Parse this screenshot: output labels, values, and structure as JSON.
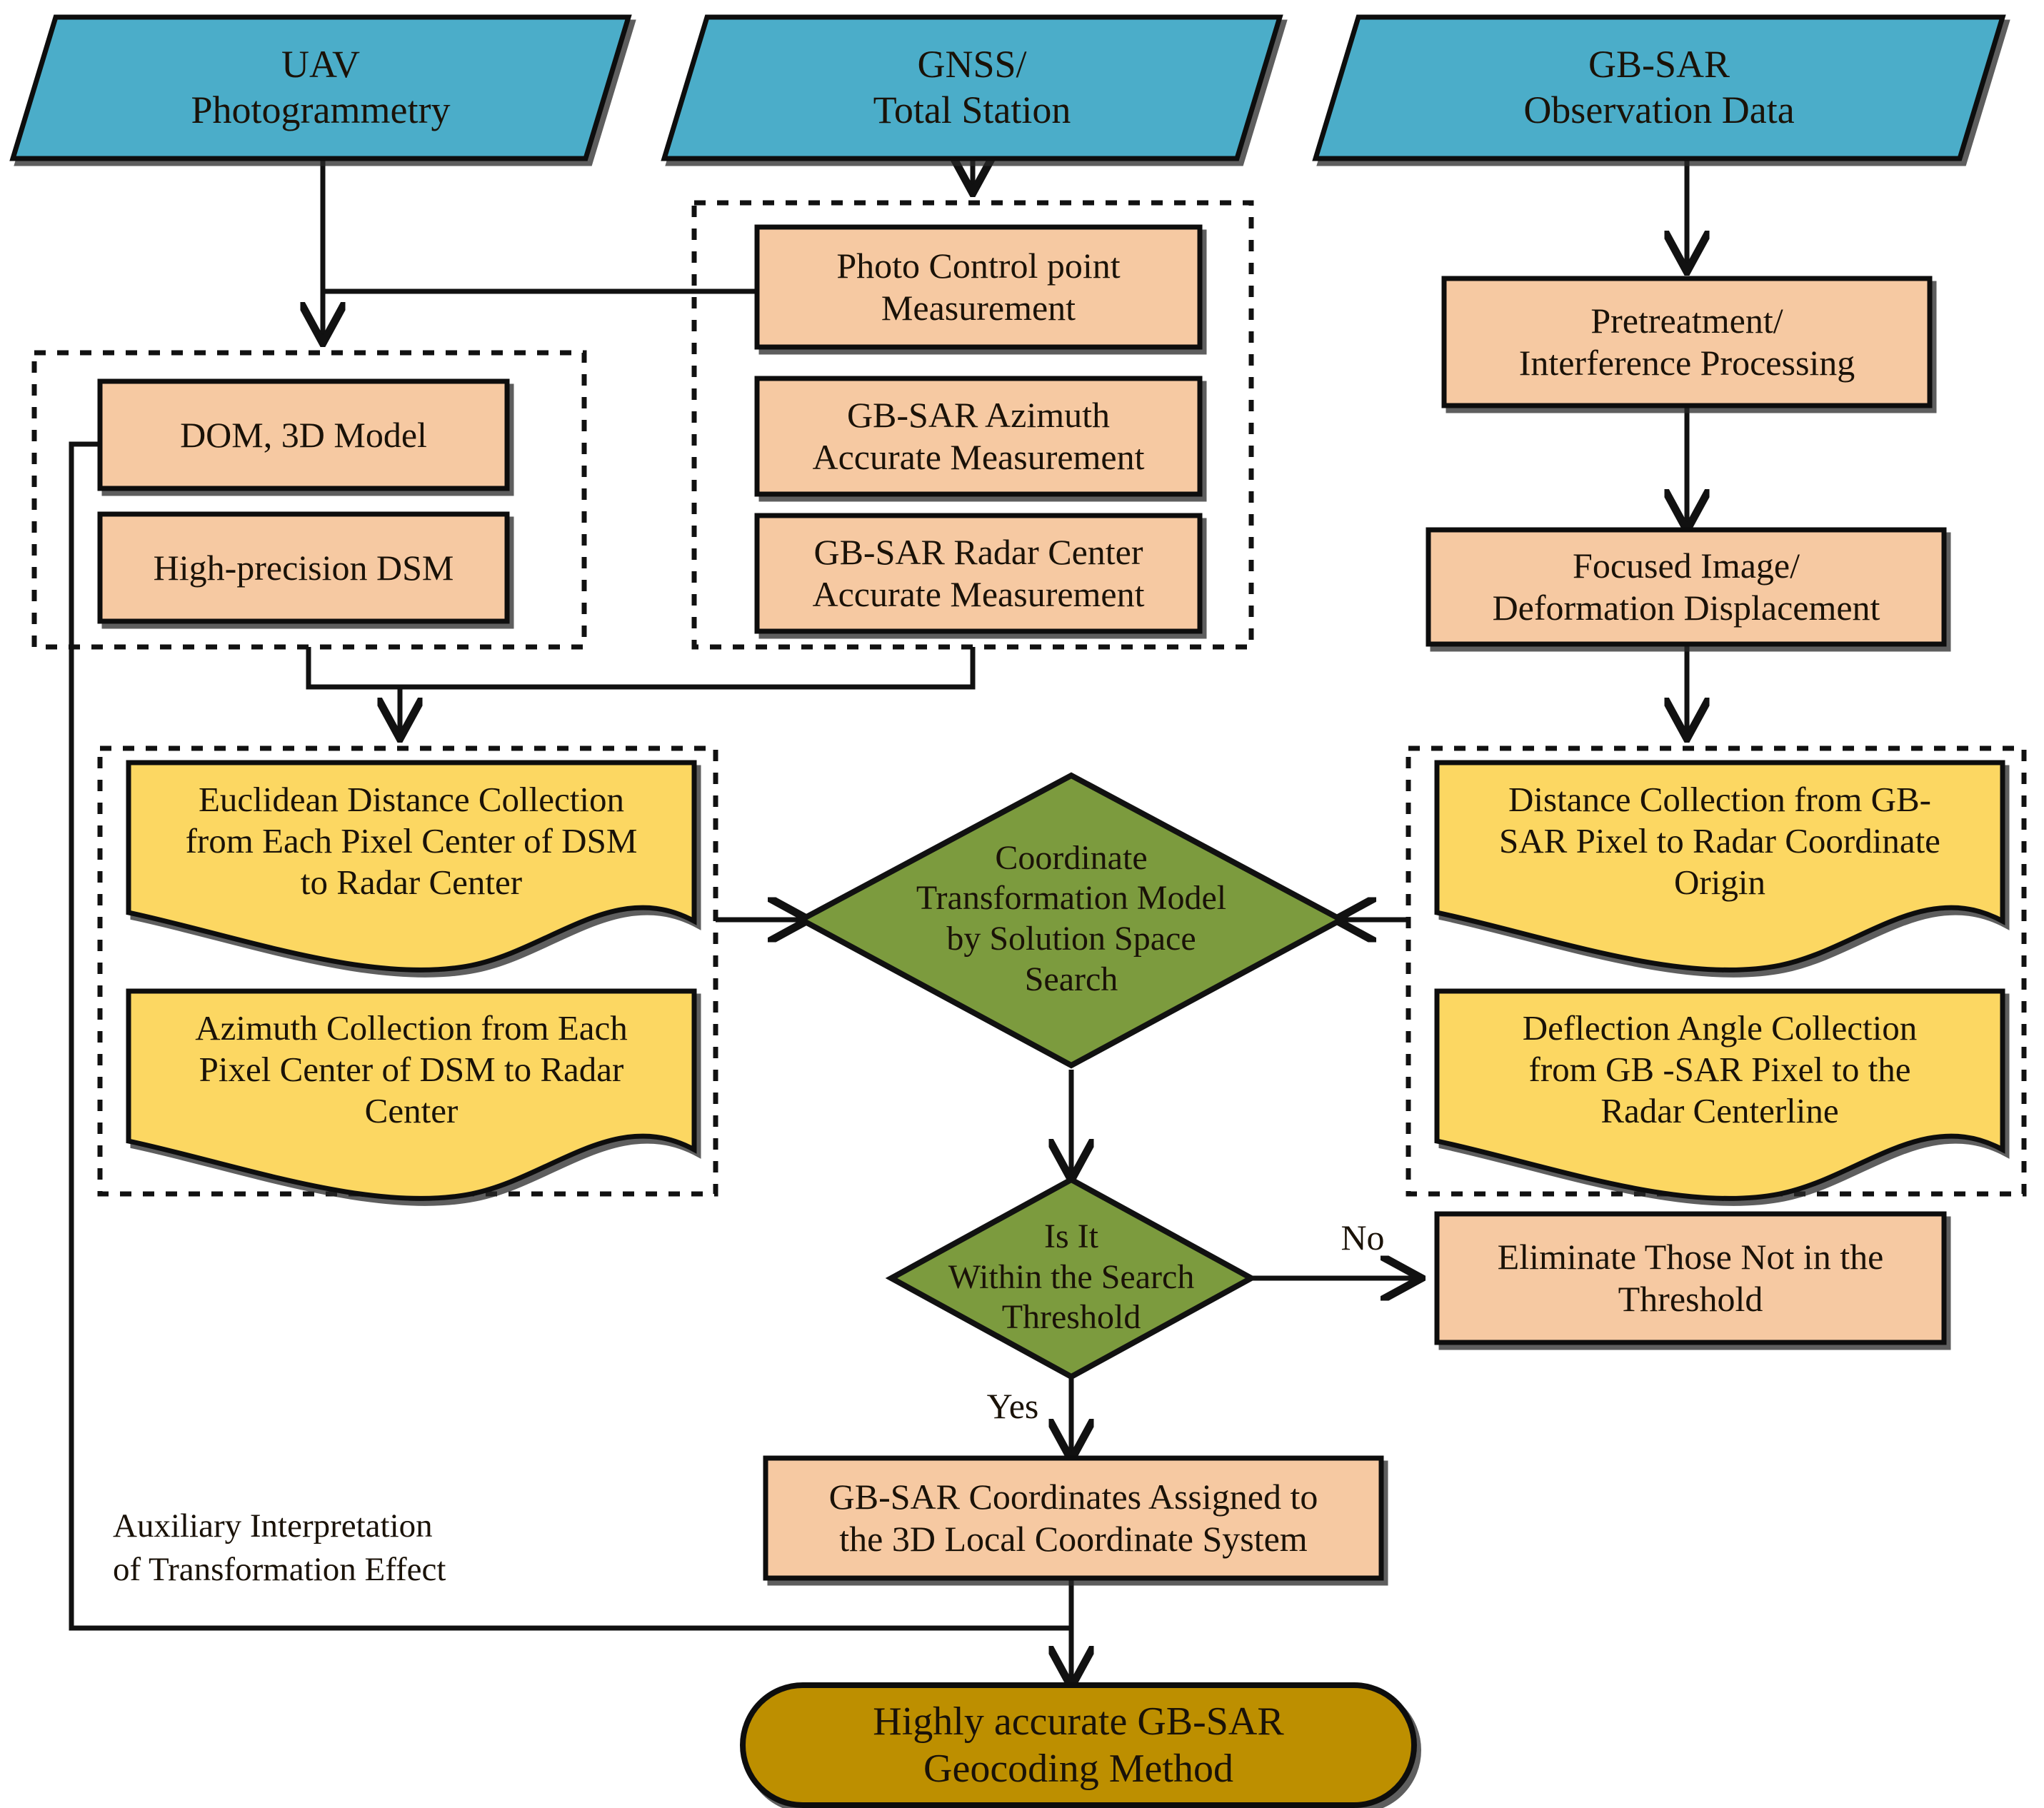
{
  "diagram": {
    "title": "GB-SAR Geocoding Method Workflow",
    "palette": {
      "source_fill": "#4badc9",
      "process_fill": "#f6c9a2",
      "data_fill": "#fcd762",
      "decision_fill": "#7c9b3e",
      "terminator_fill": "#bd8f06",
      "stroke": "#111111",
      "background": "#ffffff"
    },
    "sources": [
      {
        "id": "uav",
        "label": "UAV\nPhotogrammetry"
      },
      {
        "id": "gnss",
        "label": "GNSS/\nTotal Station"
      },
      {
        "id": "gbsar",
        "label": "GB-SAR\nObservation Data"
      }
    ],
    "groups": [
      {
        "id": "group-uav-products",
        "style": "dashed"
      },
      {
        "id": "group-measurements",
        "style": "dashed"
      },
      {
        "id": "group-dsm-collections",
        "style": "dashed"
      },
      {
        "id": "group-sar-collections",
        "style": "dashed"
      }
    ],
    "processes": [
      {
        "id": "dom",
        "label": "DOM, 3D Model"
      },
      {
        "id": "dsm",
        "label": "High-precision DSM"
      },
      {
        "id": "pcp",
        "label": "Photo Control point\nMeasurement"
      },
      {
        "id": "azimuth",
        "label": "GB-SAR Azimuth\nAccurate Measurement"
      },
      {
        "id": "radarcen",
        "label": "GB-SAR Radar Center\nAccurate Measurement"
      },
      {
        "id": "pretreat",
        "label": "Pretreatment/\nInterference Processing"
      },
      {
        "id": "focused",
        "label": "Focused Image/\nDeformation Displacement"
      },
      {
        "id": "eliminate",
        "label": "Eliminate Those Not in the\nThreshold"
      },
      {
        "id": "assigned",
        "label": "GB-SAR Coordinates Assigned to\nthe 3D Local Coordinate System"
      }
    ],
    "documents": [
      {
        "id": "euclid",
        "label": "Euclidean Distance Collection\nfrom Each Pixel Center of DSM\nto Radar Center"
      },
      {
        "id": "azcoll",
        "label": "Azimuth Collection from Each\nPixel Center of DSM to Radar\nCenter"
      },
      {
        "id": "distcoll",
        "label": "Distance Collection from GB-\nSAR Pixel to Radar Coordinate\nOrigin"
      },
      {
        "id": "deflcoll",
        "label": "Deflection Angle Collection\nfrom GB -SAR Pixel to the\nRadar Centerline"
      }
    ],
    "decisions": [
      {
        "id": "ctm",
        "label": "Coordinate\nTransformation Model\nby Solution Space\nSearch"
      },
      {
        "id": "thres",
        "label": "Is It\nWithin the Search\nThreshold"
      }
    ],
    "terminator": {
      "id": "result",
      "label": "Highly accurate GB-SAR\nGeocoding Method"
    },
    "edge_labels": [
      {
        "id": "edge-no",
        "label": "No"
      },
      {
        "id": "edge-yes",
        "label": "Yes"
      }
    ],
    "annotations": [
      {
        "id": "aux-note",
        "label": "Auxiliary Interpretation\nof Transformation Effect"
      }
    ]
  }
}
